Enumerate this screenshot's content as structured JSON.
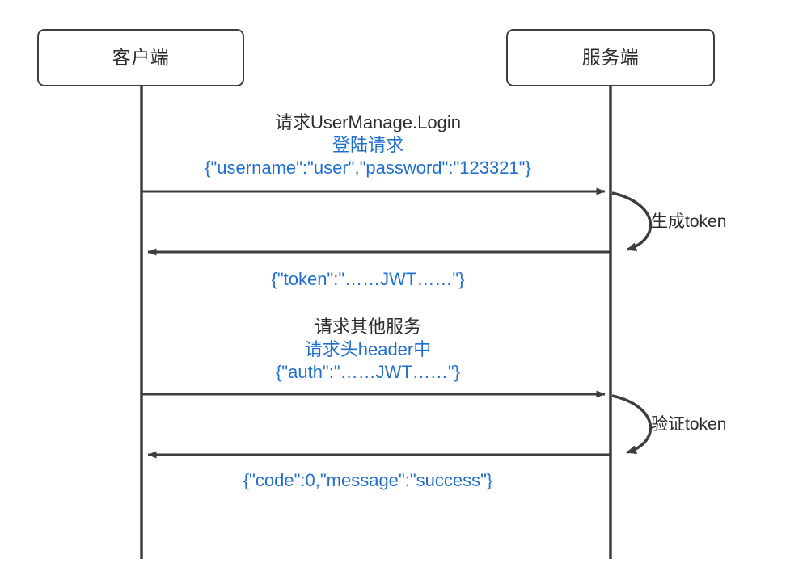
{
  "diagram": {
    "type": "sequence-diagram",
    "actors": [
      {
        "id": "client",
        "label": "客户端"
      },
      {
        "id": "server",
        "label": "服务端"
      }
    ],
    "messages": [
      {
        "id": "login-request",
        "from": "client",
        "to": "server",
        "direction": "right",
        "lines": [
          {
            "text": "请求UserManage.Login",
            "color": "#2b2b2b"
          },
          {
            "text": "登陆请求",
            "color": "#1f6fd0"
          },
          {
            "text": "{\"username\":\"user\",\"password\":\"123321\"}",
            "color": "#1f6fd0"
          }
        ]
      },
      {
        "id": "generate-token",
        "from": "server",
        "to": "server",
        "direction": "self",
        "lines": [
          {
            "text": "生成token",
            "color": "#2b2b2b"
          }
        ]
      },
      {
        "id": "token-response",
        "from": "server",
        "to": "client",
        "direction": "left",
        "lines": [
          {
            "text": "{\"token\":\"……JWT……\"}",
            "color": "#1f6fd0"
          }
        ]
      },
      {
        "id": "other-service-request",
        "from": "client",
        "to": "server",
        "direction": "right",
        "lines": [
          {
            "text": "请求其他服务",
            "color": "#2b2b2b"
          },
          {
            "text": "请求头header中",
            "color": "#1f6fd0"
          },
          {
            "text": "{\"auth\":\"……JWT……\"}",
            "color": "#1f6fd0"
          }
        ]
      },
      {
        "id": "verify-token",
        "from": "server",
        "to": "server",
        "direction": "self",
        "lines": [
          {
            "text": "验证token",
            "color": "#2b2b2b"
          }
        ]
      },
      {
        "id": "success-response",
        "from": "server",
        "to": "client",
        "direction": "left",
        "lines": [
          {
            "text": "{\"code\":0,\"message\":\"success\"}",
            "color": "#1f6fd0"
          }
        ]
      }
    ],
    "labels": {
      "msg1_line1": "请求UserManage.Login",
      "msg1_line2": "登陆请求",
      "msg1_line3": "{\"username\":\"user\",\"password\":\"123321\"}",
      "loop1": "生成token",
      "msg2_line1": "{\"token\":\"……JWT……\"}",
      "msg3_line1": "请求其他服务",
      "msg3_line2": "请求头header中",
      "msg3_line3": "{\"auth\":\"……JWT……\"}",
      "loop2": "验证token",
      "msg4_line1": "{\"code\":0,\"message\":\"success\"}"
    },
    "colors": {
      "stroke": "#3d3d3d",
      "text_dark": "#2b2b2b",
      "text_blue": "#1f6fd0",
      "background": "#ffffff"
    }
  }
}
